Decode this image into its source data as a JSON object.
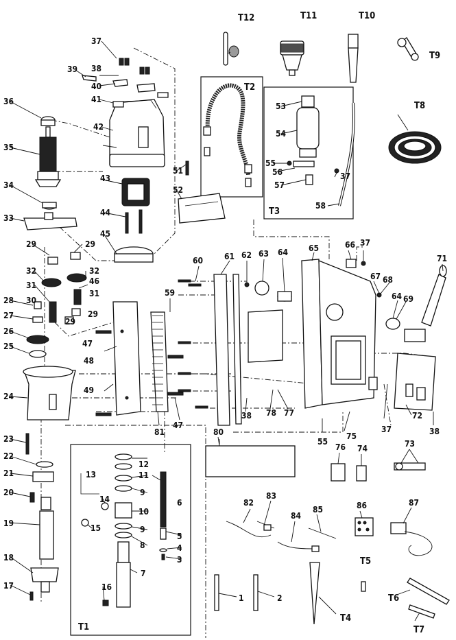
{
  "tool_labels": {
    "T1": "T1",
    "T2": "T2",
    "T3": "T3",
    "T4": "T4",
    "T5": "T5",
    "T6": "T6",
    "T7": "T7",
    "T8": "T8",
    "T9": "T9",
    "T10": "T10",
    "T11": "T11",
    "T12": "T12"
  },
  "part_numbers": [
    "1",
    "2",
    "3",
    "4",
    "5",
    "6",
    "7",
    "8",
    "9",
    "10",
    "11",
    "12",
    "13",
    "14",
    "15",
    "16",
    "17",
    "18",
    "19",
    "20",
    "21",
    "22",
    "23",
    "24",
    "25",
    "26",
    "27",
    "28",
    "29",
    "30",
    "31",
    "32",
    "33",
    "34",
    "35",
    "36",
    "37",
    "38",
    "39",
    "40",
    "41",
    "42",
    "43",
    "44",
    "45",
    "46",
    "47",
    "48",
    "49",
    "51",
    "52",
    "53",
    "54",
    "55",
    "56",
    "57",
    "58",
    "59",
    "60",
    "61",
    "62",
    "63",
    "64",
    "65",
    "66",
    "67",
    "68",
    "69",
    "71",
    "72",
    "73",
    "74",
    "75",
    "76",
    "77",
    "78",
    "80",
    "81",
    "82",
    "83",
    "84",
    "85",
    "86",
    "87"
  ]
}
